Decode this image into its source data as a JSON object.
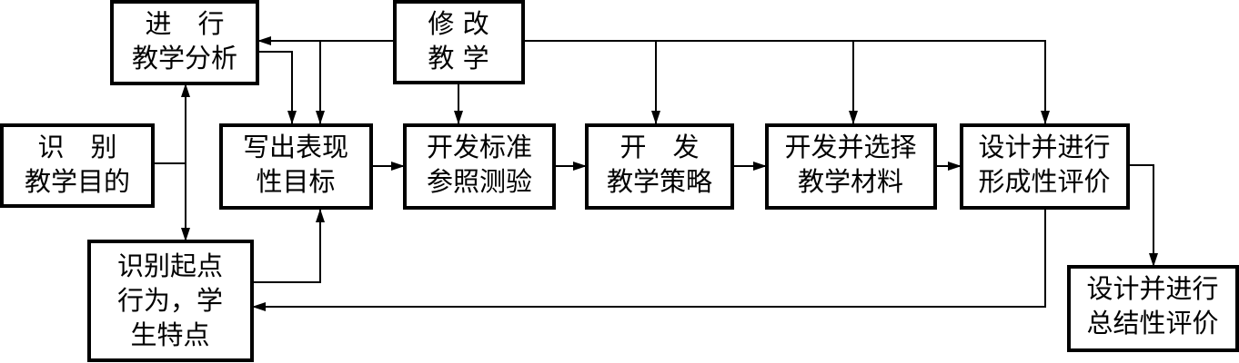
{
  "nodes": [
    {
      "id": "analysis",
      "lines": [
        "进　行",
        "教学分析"
      ]
    },
    {
      "id": "revise",
      "lines": [
        "修 改",
        "教 学"
      ]
    },
    {
      "id": "identify",
      "lines": [
        "识　别",
        "教学目的"
      ]
    },
    {
      "id": "objectives",
      "lines": [
        "写出表现",
        "性目标"
      ]
    },
    {
      "id": "tests",
      "lines": [
        "开发标准",
        "参照测验"
      ]
    },
    {
      "id": "strategy",
      "lines": [
        "开　发",
        "教学策略"
      ]
    },
    {
      "id": "materials",
      "lines": [
        "开发并选择",
        "教学材料"
      ]
    },
    {
      "id": "formative",
      "lines": [
        "设计并进行",
        "形成性评价"
      ]
    },
    {
      "id": "entry",
      "lines": [
        "识别起点",
        "行为，学",
        "生特点"
      ]
    },
    {
      "id": "summative",
      "lines": [
        "设计并进行",
        "总结性评价"
      ]
    }
  ]
}
